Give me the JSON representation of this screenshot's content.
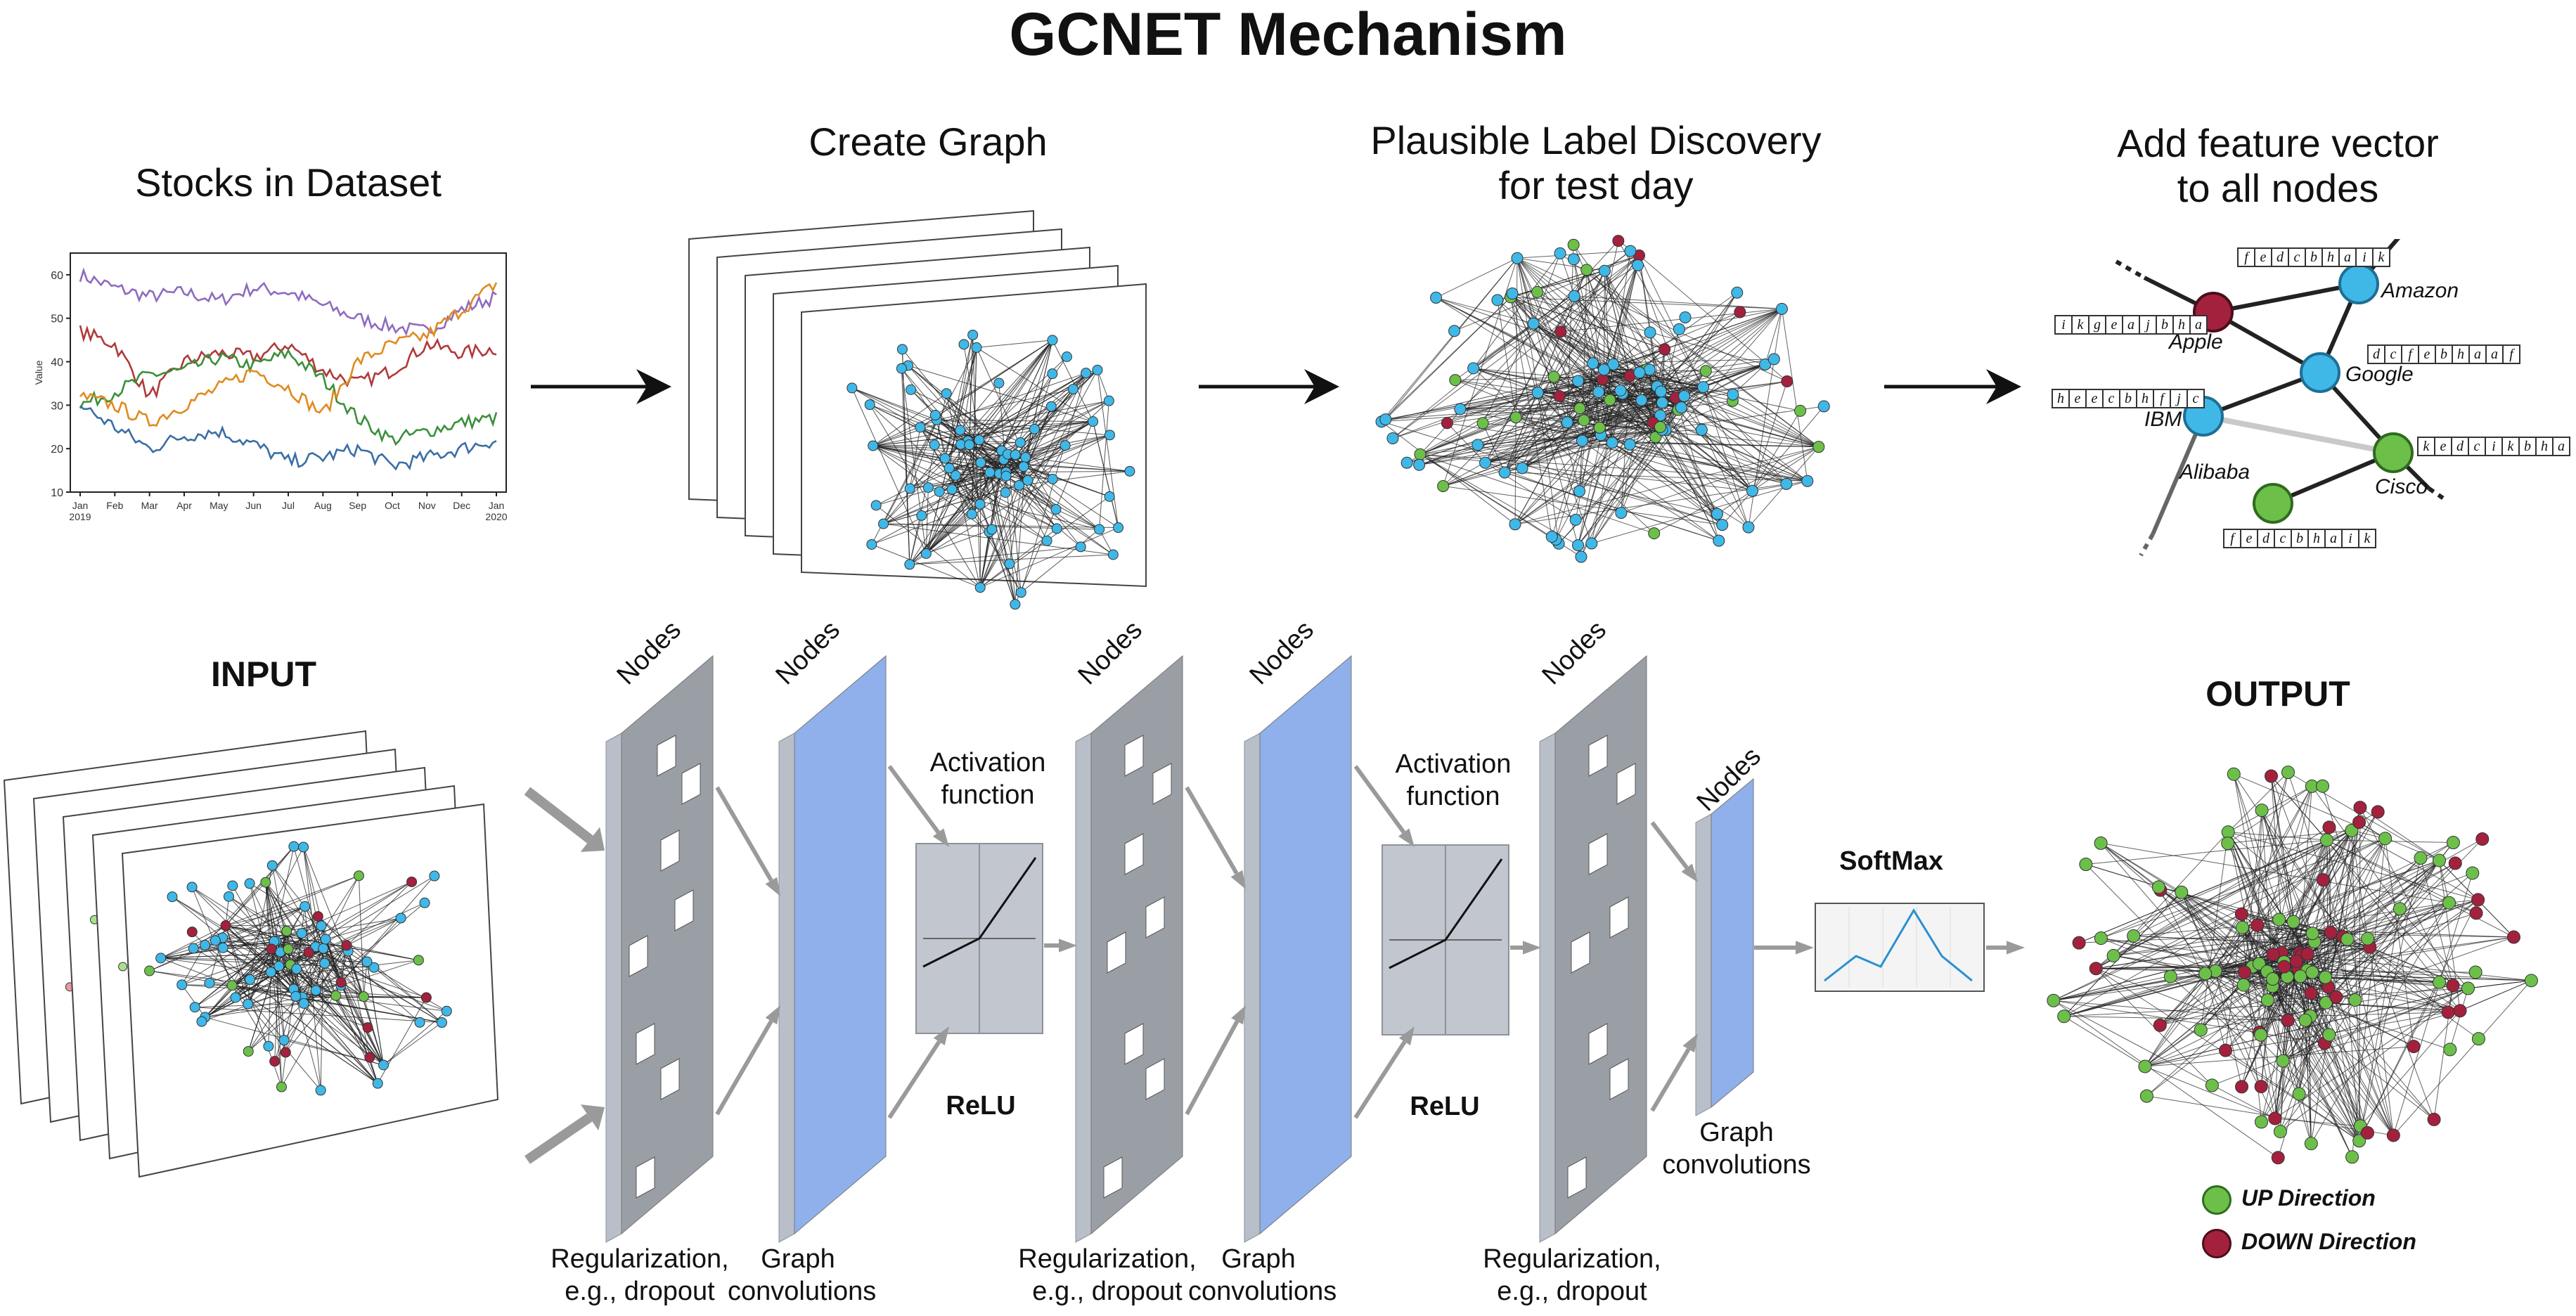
{
  "title": "GCNET Mechanism",
  "sections": {
    "stocks": "Stocks in Dataset",
    "create_graph": "Create Graph",
    "label_discovery_1": "Plausible Label Discovery",
    "label_discovery_2": "for test day",
    "feature_1": "Add feature vector",
    "feature_2": "to all nodes"
  },
  "chart_data": {
    "type": "line",
    "ylabel": "Value",
    "ylim": [
      10,
      65
    ],
    "yticks": [
      10,
      20,
      30,
      40,
      50,
      60
    ],
    "xticks": [
      "Jan\n2019",
      "Feb",
      "Mar",
      "Apr",
      "May",
      "Jun",
      "Jul",
      "Aug",
      "Sep",
      "Oct",
      "Nov",
      "Dec",
      "Jan\n2020"
    ],
    "grid": false,
    "series": [
      {
        "color": "#8e6bbf",
        "values": [
          60,
          57,
          55,
          56,
          54,
          57,
          56,
          53,
          50,
          48,
          47,
          52,
          55
        ]
      },
      {
        "color": "#b03a3a",
        "values": [
          47,
          44,
          32,
          40,
          42,
          41,
          44,
          38,
          35,
          38,
          44,
          42,
          43
        ]
      },
      {
        "color": "#3a8f3a",
        "values": [
          30,
          33,
          37,
          38,
          41,
          39,
          42,
          36,
          27,
          22,
          24,
          26,
          27
        ]
      },
      {
        "color": "#e08a1e",
        "values": [
          32,
          30,
          26,
          30,
          34,
          38,
          34,
          28,
          40,
          44,
          46,
          52,
          58
        ]
      },
      {
        "color": "#3a6ea5",
        "values": [
          30,
          25,
          20,
          23,
          24,
          21,
          17,
          18,
          20,
          16,
          18,
          20,
          22
        ]
      }
    ]
  },
  "feature_graph": {
    "nodes": {
      "apple": "Apple",
      "amazon": "Amazon",
      "google": "Google",
      "ibm": "IBM",
      "alibaba": "Alibaba",
      "cisco": "Cisco"
    },
    "vectors": {
      "amazon": [
        "f",
        "e",
        "d",
        "c",
        "b",
        "h",
        "a",
        "i",
        "k"
      ],
      "apple": [
        "i",
        "k",
        "g",
        "e",
        "a",
        "j",
        "b",
        "h",
        "a"
      ],
      "google": [
        "d",
        "c",
        "f",
        "e",
        "b",
        "h",
        "a",
        "a",
        "f"
      ],
      "ibm": [
        "h",
        "e",
        "e",
        "c",
        "b",
        "h",
        "f",
        "j",
        "c"
      ],
      "cisco": [
        "k",
        "e",
        "d",
        "c",
        "i",
        "k",
        "b",
        "h",
        "a"
      ],
      "alibaba": [
        "f",
        "e",
        "d",
        "c",
        "b",
        "h",
        "a",
        "i",
        "k"
      ]
    }
  },
  "pipeline": {
    "input": "INPUT",
    "output": "OUTPUT",
    "nodes": "Nodes",
    "activation": "Activation",
    "function": "function",
    "relu": "ReLU",
    "softmax": "SoftMax",
    "reg_1": "Regularization,",
    "reg_2": "e.g., dropout",
    "gc_1": "Graph",
    "gc_2": "convolutions"
  },
  "legend": {
    "up": "UP Direction",
    "down": "DOWN Direction"
  },
  "colors": {
    "up": "#6cc04a",
    "down": "#a3213d",
    "neutral": "#3fb8e8",
    "layer_gray": "#9a9ea5",
    "layer_blue": "#8fb0ea"
  }
}
